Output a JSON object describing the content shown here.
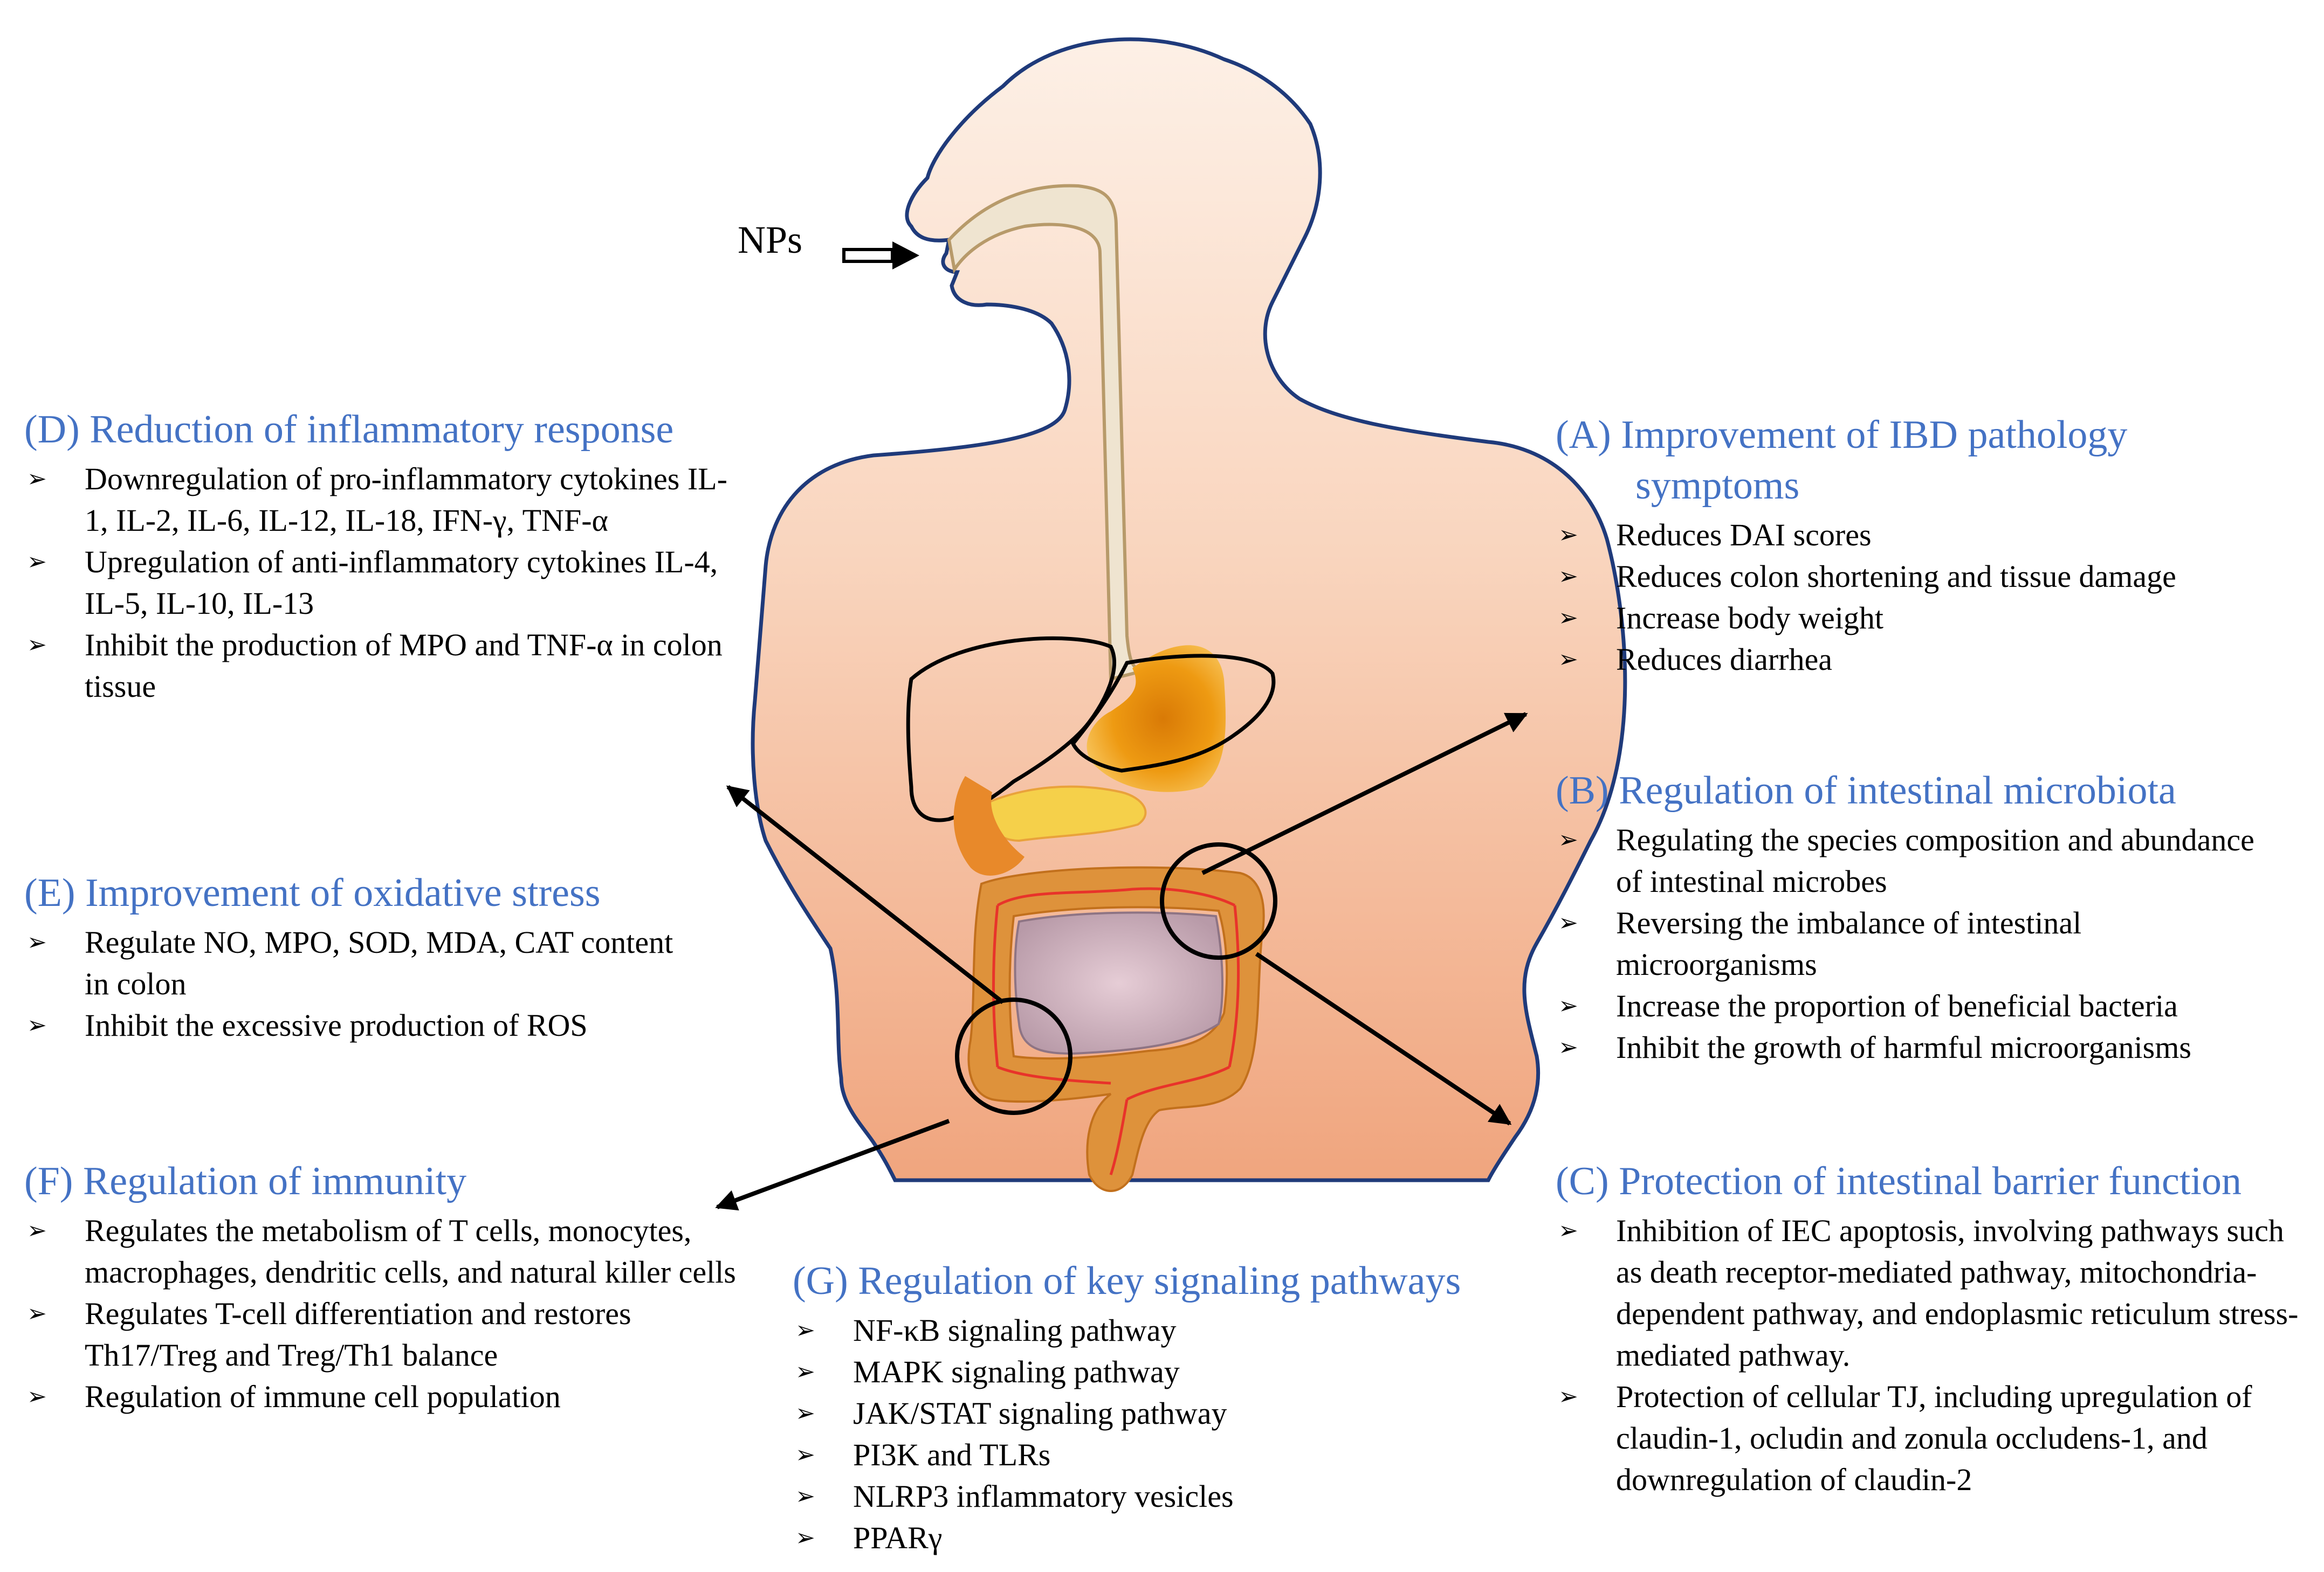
{
  "input_label": "NPs",
  "panels": {
    "D": {
      "title": "(D) Reduction of inflammatory response",
      "items": [
        "Downregulation of pro-inflammatory cytokines IL-1, IL-2, IL-6, IL-12, IL-18, IFN-γ, TNF-α",
        "Upregulation of anti-inflammatory cytokines IL-4, IL-5, IL-10, IL-13",
        "Inhibit the production of MPO and TNF-α in colon tissue"
      ]
    },
    "E": {
      "title": "(E) Improvement of oxidative stress",
      "items": [
        "Regulate NO, MPO, SOD, MDA, CAT content in colon",
        "Inhibit the excessive production of ROS"
      ]
    },
    "F": {
      "title": "(F) Regulation of immunity",
      "items": [
        "Regulates the metabolism of T cells, monocytes, macrophages, dendritic cells, and natural killer cells",
        "Regulates T-cell differentiation and restores Th17/Treg and Treg/Th1 balance",
        "Regulation of immune cell population"
      ]
    },
    "A": {
      "title_line1": "(A)  Improvement of IBD pathology",
      "title_line2": "symptoms",
      "items": [
        "Reduces DAI scores",
        "Reduces colon shortening and tissue damage",
        "Increase body weight",
        "Reduces diarrhea"
      ]
    },
    "B": {
      "title": "(B) Regulation of intestinal microbiota",
      "items": [
        "Regulating the species composition and abundance of intestinal microbes",
        "Reversing the imbalance of intestinal microorganisms",
        "Increase the proportion of beneficial bacteria",
        "Inhibit the growth of harmful microorganisms"
      ]
    },
    "C": {
      "title": "(C) Protection of intestinal barrier function",
      "items": [
        "Inhibition of IEC apoptosis, involving pathways such as death receptor-mediated pathway, mitochondria-dependent pathway, and endoplasmic reticulum stress-mediated pathway.",
        "Protection of cellular TJ, including upregulation of claudin-1, ocludin and zonula occludens-1, and downregulation of claudin-2"
      ]
    },
    "G": {
      "title": "(G) Regulation of key signaling pathways",
      "items": [
        "NF-κB signaling pathway",
        "MAPK signaling pathway",
        "JAK/STAT signaling pathway",
        "PI3K and TLRs",
        "NLRP3 inflammatory vesicles",
        "PPARγ"
      ]
    }
  },
  "colors": {
    "heading": "#4472C4",
    "body_outline": "#1F3A7A",
    "skin_light": "#FCE7D8",
    "skin_dark": "#F2AA82",
    "esophagus": "#EFE4D0",
    "stomach": "#E8930E",
    "intestine": "#D98A2A",
    "vessel": "#E8332A"
  }
}
